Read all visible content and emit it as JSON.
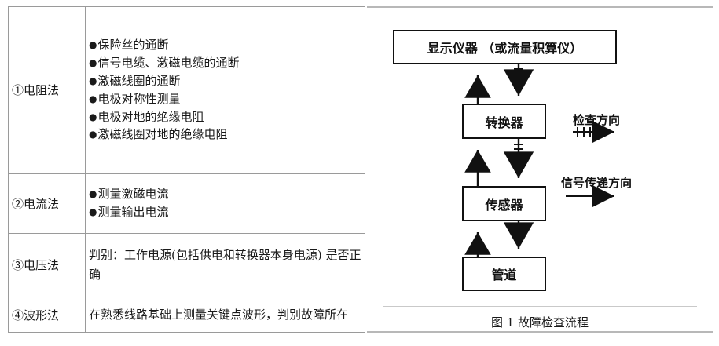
{
  "table": {
    "rows": [
      {
        "method": "①电阻法",
        "type": "bullets",
        "items": [
          "保险丝的通断",
          "信号电缆、激磁电缆的通断",
          "激磁线圈的通断",
          "电极对称性测量",
          "电极对地的绝缘电阻",
          "激磁线圈对地的绝缘电阻"
        ]
      },
      {
        "method": "②电流法",
        "type": "bullets",
        "items": [
          "测量激磁电流",
          "测量输出电流"
        ]
      },
      {
        "method": "③电压法",
        "type": "paragraph",
        "text": "判别：工作电源(包括供电和转换器本身电源) 是否正确"
      },
      {
        "method": "④波形法",
        "type": "paragraph",
        "text": "在熟悉线路基础上测量关键点波形，判别故障所在"
      }
    ],
    "bullet_glyph": "●"
  },
  "diagram": {
    "nodes": [
      {
        "id": "display",
        "label": "显示仪器 （或流量积算仪）"
      },
      {
        "id": "converter",
        "label": "转换器"
      },
      {
        "id": "sensor",
        "label": "传感器"
      },
      {
        "id": "pipe",
        "label": "管道"
      }
    ],
    "legend": [
      {
        "id": "inspect",
        "label": "检查方向",
        "arrow": "hatched-arrow-right"
      },
      {
        "id": "signal",
        "label": "信号传递方向",
        "arrow": "plain-arrow-right"
      }
    ],
    "caption": "图 1 故障检查流程",
    "colors": {
      "stroke": "#111111",
      "panel_rule": "#b8b8b8",
      "caption_rule": "#c9c9c9",
      "table_border": "#9a9a9a"
    }
  }
}
